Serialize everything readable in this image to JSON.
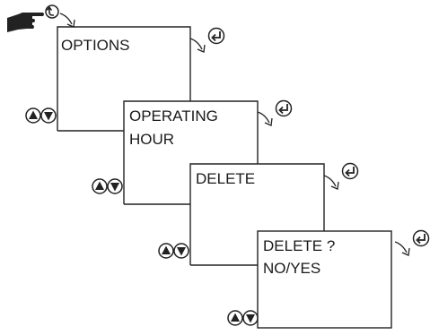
{
  "screens": [
    {
      "lines": [
        "OPTIONS"
      ]
    },
    {
      "lines": [
        "OPERATING",
        "HOUR"
      ]
    },
    {
      "lines": [
        "DELETE"
      ]
    },
    {
      "lines": [
        "DELETE ?",
        "NO/YES"
      ]
    }
  ],
  "icons": {
    "hand": "hand-pointer-icon",
    "back": "back-arrow-icon",
    "enter": "enter-return-icon",
    "up": "up-triangle-icon",
    "down": "down-triangle-icon",
    "next": "curved-arrow-icon"
  },
  "colors": {
    "line": "#222222",
    "background": "#ffffff"
  }
}
